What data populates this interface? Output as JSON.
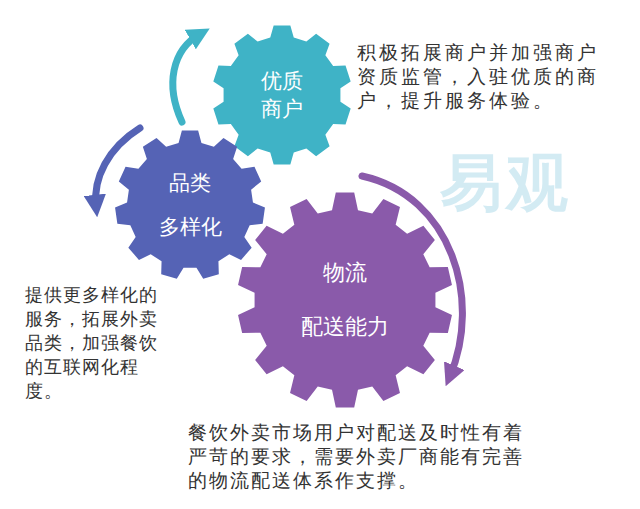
{
  "diagram": {
    "nodes": [
      {
        "text": [
          "优质 商户"
        ]
      },
      {
        "text": [
          "品类 多样化"
        ]
      },
      {
        "text": [
          "物流 配送能力"
        ]
      }
    ],
    "labels": [
      "积极拓展商户并加强商户资质监管，入驻优质的商户，提升服务体验。",
      "提供更多样化的服务，拓展外卖品类，加强餐饮的互联网化程度。",
      "餐饮外卖市场用户对配送及时性有着严苛的要求，需要外卖厂商能有完善的物流配送体系作支撑。",
      "易观"
    ]
  }
}
